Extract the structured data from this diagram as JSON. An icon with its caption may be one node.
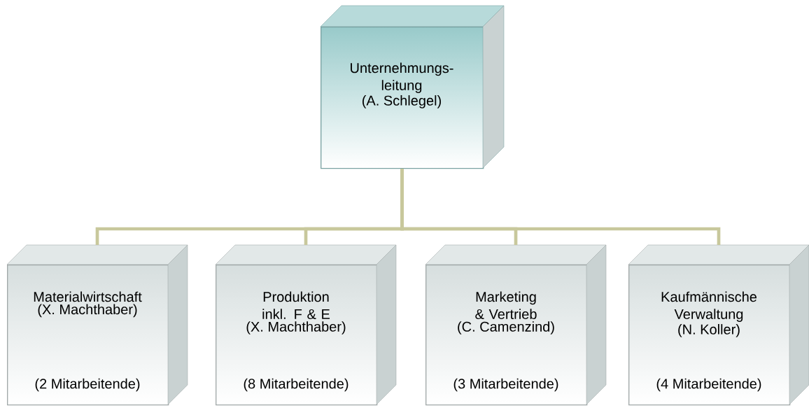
{
  "diagram": {
    "nodes": [
      {
        "text": [
          "Unternehmungs- leitung",
          "(A. Schlegel)"
        ]
      },
      {
        "text": [
          "Materialwirtschaft",
          "(X. Machthaber)",
          "(2 Mitarbeitende)"
        ]
      },
      {
        "text": [
          "Produktion inkl. F & E",
          "(X. Machthaber)",
          "(8 Mitarbeitende)"
        ]
      },
      {
        "text": [
          "Marketing & Vertrieb",
          "(C. Camenzind)",
          "(3 Mitarbeitende)"
        ]
      },
      {
        "text": [
          "Kaufmännische Verwaltung",
          "(N. Koller)",
          "(4 Mitarbeitende)"
        ]
      }
    ],
    "edges": [
      {
        "from": 0,
        "to": 1,
        "arrow": "none"
      },
      {
        "from": 0,
        "to": 2,
        "arrow": "none"
      },
      {
        "from": 0,
        "to": 3,
        "arrow": "none"
      },
      {
        "from": 0,
        "to": 4,
        "arrow": "none"
      }
    ]
  }
}
